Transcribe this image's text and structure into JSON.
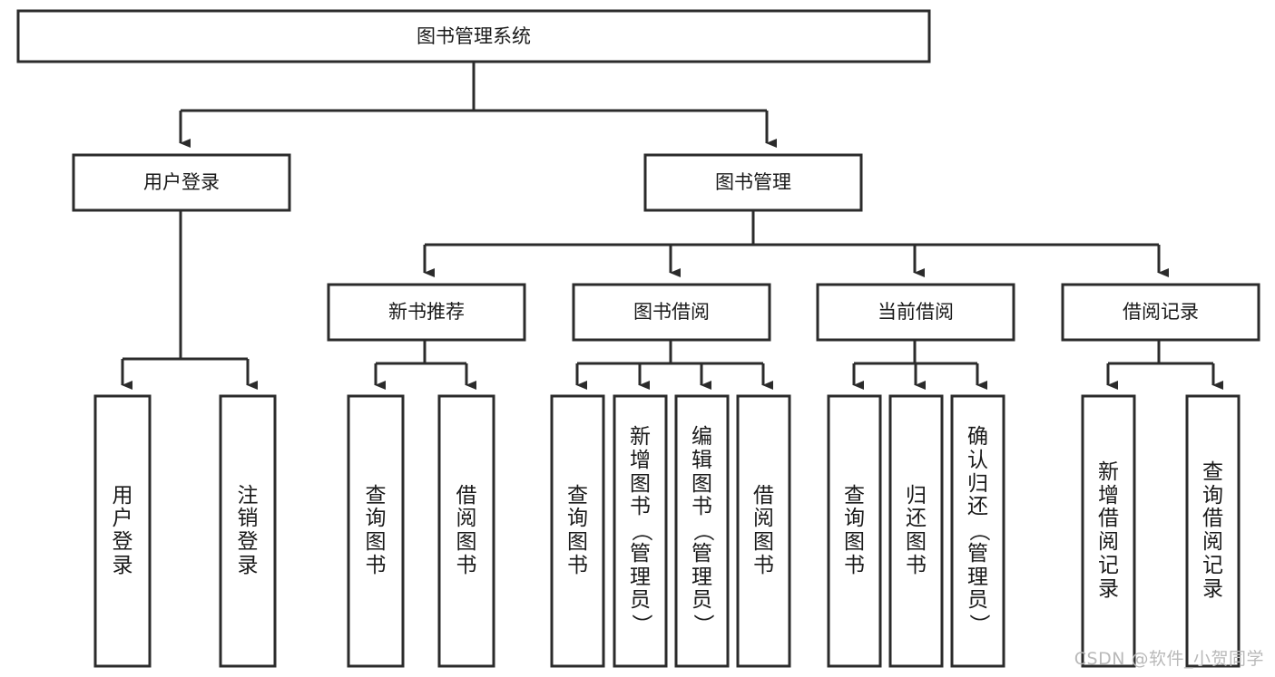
{
  "diagram": {
    "title": "图书管理系统",
    "type": "tree",
    "orientation": "top-down",
    "colors": {
      "box_stroke": "#2b2b2b",
      "box_fill": "#ffffff",
      "text": "#1a1a1a",
      "background": "#ffffff",
      "watermark": "#b9b9b9"
    }
  },
  "root": {
    "label": "图书管理系统"
  },
  "level2": [
    {
      "label": "用户登录"
    },
    {
      "label": "图书管理"
    }
  ],
  "level3": [
    {
      "label": "新书推荐"
    },
    {
      "label": "图书借阅"
    },
    {
      "label": "当前借阅"
    },
    {
      "label": "借阅记录"
    }
  ],
  "leaves": {
    "user_login": [
      {
        "label": "用户登录",
        "chars": [
          "用",
          "户",
          "登",
          "录"
        ]
      },
      {
        "label": "注销登录",
        "chars": [
          "注",
          "销",
          "登",
          "录"
        ]
      }
    ],
    "new_book": [
      {
        "label": "查询图书",
        "chars": [
          "查",
          "询",
          "图",
          "书"
        ]
      },
      {
        "label": "借阅图书",
        "chars": [
          "借",
          "阅",
          "图",
          "书"
        ]
      }
    ],
    "book_borrow": [
      {
        "label": "查询图书",
        "chars": [
          "查",
          "询",
          "图",
          "书"
        ]
      },
      {
        "label": "新增图书（管理员）",
        "chars": [
          "新",
          "增",
          "图",
          "书",
          "（",
          "管",
          "理",
          "员",
          "）"
        ]
      },
      {
        "label": "编辑图书（管理员）",
        "chars": [
          "编",
          "辑",
          "图",
          "书",
          "（",
          "管",
          "理",
          "员",
          "）"
        ]
      },
      {
        "label": "借阅图书",
        "chars": [
          "借",
          "阅",
          "图",
          "书"
        ]
      }
    ],
    "current_borrow": [
      {
        "label": "查询图书",
        "chars": [
          "查",
          "询",
          "图",
          "书"
        ]
      },
      {
        "label": "归还图书",
        "chars": [
          "归",
          "还",
          "图",
          "书"
        ]
      },
      {
        "label": "确认归还（管理员）",
        "chars": [
          "确",
          "认",
          "归",
          "还",
          "（",
          "管",
          "理",
          "员",
          "）"
        ]
      }
    ],
    "borrow_record": [
      {
        "label": "新增借阅记录",
        "chars": [
          "新",
          "增",
          "借",
          "阅",
          "记",
          "录"
        ]
      },
      {
        "label": "查询借阅记录",
        "chars": [
          "查",
          "询",
          "借",
          "阅",
          "记",
          "录"
        ]
      }
    ]
  },
  "watermark": {
    "text": "CSDN @软件_小贺同学"
  }
}
